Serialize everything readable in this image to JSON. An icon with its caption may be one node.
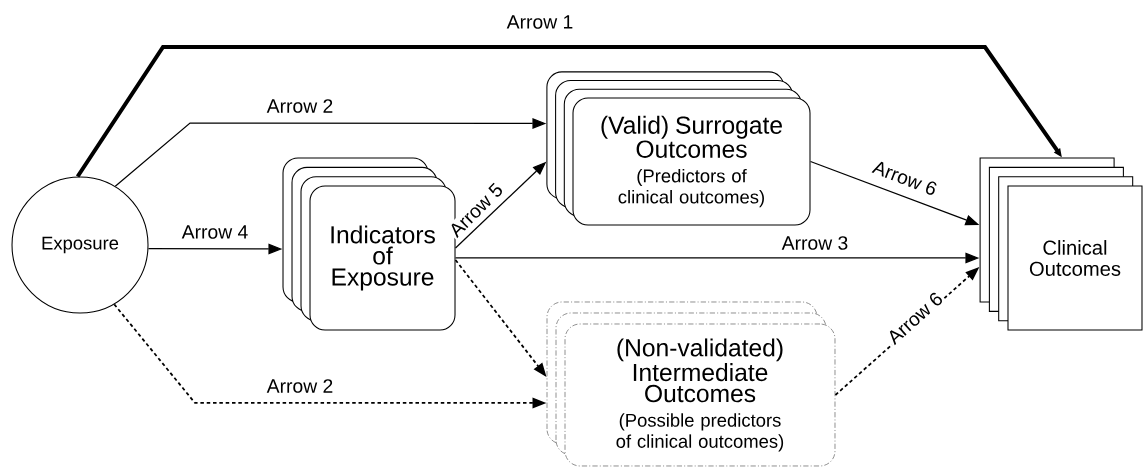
{
  "diagram": {
    "nodes": [
      {
        "text": [
          "Exposure"
        ]
      },
      {
        "text": [
          "Indicators of Exposure"
        ]
      },
      {
        "text": [
          "(Valid) Surrogate Outcomes",
          "(Predictors of clinical outcomes)"
        ]
      },
      {
        "text": [
          "(Non-validated) Intermediate Outcomes",
          "(Possible predictors of clinical outcomes)"
        ]
      },
      {
        "text": [
          "Clinical Outcomes"
        ]
      }
    ],
    "edges": [
      {
        "from": 0,
        "to": 4,
        "arrow": "to",
        "label": "Arrow 1",
        "style": "thick"
      },
      {
        "from": 0,
        "to": 2,
        "arrow": "to",
        "label": "Arrow 2"
      },
      {
        "from": 0,
        "to": 1,
        "arrow": "to",
        "label": "Arrow 4"
      },
      {
        "from": 1,
        "to": 2,
        "arrow": "to",
        "label": "Arrow 5"
      },
      {
        "from": 1,
        "to": 4,
        "arrow": "to",
        "label": "Arrow 3"
      },
      {
        "from": 1,
        "to": 3,
        "arrow": "to",
        "style": "dashed"
      },
      {
        "from": 0,
        "to": 3,
        "arrow": "to",
        "label": "Arrow 2",
        "style": "dashed"
      },
      {
        "from": 2,
        "to": 4,
        "arrow": "to",
        "label": "Arrow 6"
      },
      {
        "from": 3,
        "to": 4,
        "arrow": "to",
        "label": "Arrow 6",
        "style": "dashed"
      }
    ]
  }
}
